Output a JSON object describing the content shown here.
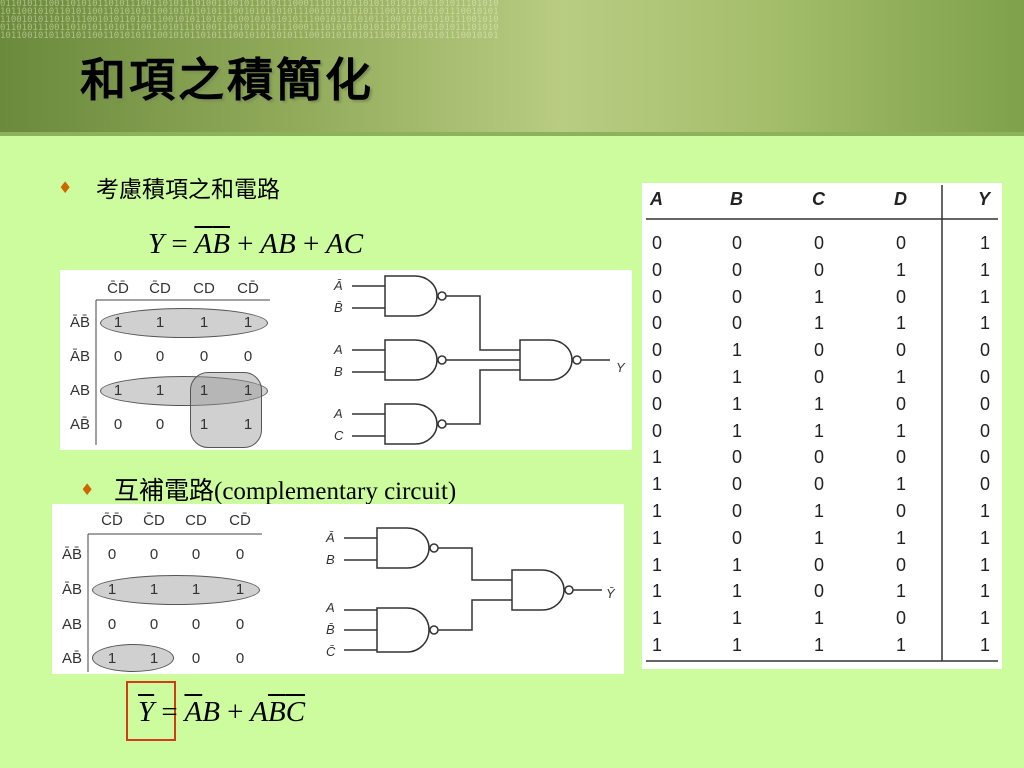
{
  "slide": {
    "title": "和項之積簡化",
    "bullet_symbol": "♦",
    "bullet1": "考慮積項之和電路",
    "bullet2": "互補電路(complementary circuit)"
  },
  "equation1": {
    "lhs": "Y",
    "eq": "=",
    "t1a": "A",
    "t1b": "B",
    "plus1": "+",
    "t2": "AB",
    "plus2": "+",
    "t3": "AC"
  },
  "equation2": {
    "lhs": "Y",
    "eq": "=",
    "t1a": "A",
    "t1b": "B",
    "plus": "+",
    "t2a": "A",
    "t2b": "B",
    "t2c": "C"
  },
  "kmap1": {
    "cols": [
      "C̄D̄",
      "C̄D",
      "CD",
      "CD̄"
    ],
    "rows": [
      "ĀB̄",
      "ĀB",
      "AB",
      "AB̄"
    ],
    "cells": [
      [
        "1",
        "1",
        "1",
        "1"
      ],
      [
        "0",
        "0",
        "0",
        "0"
      ],
      [
        "1",
        "1",
        "1",
        "1"
      ],
      [
        "0",
        "0",
        "1",
        "1"
      ]
    ]
  },
  "kmap2": {
    "cols": [
      "C̄D̄",
      "C̄D",
      "CD",
      "CD̄"
    ],
    "rows": [
      "ĀB̄",
      "ĀB",
      "AB",
      "AB̄"
    ],
    "cells": [
      [
        "0",
        "0",
        "0",
        "0"
      ],
      [
        "1",
        "1",
        "1",
        "1"
      ],
      [
        "0",
        "0",
        "0",
        "0"
      ],
      [
        "1",
        "1",
        "0",
        "0"
      ]
    ]
  },
  "circuit1": {
    "inputs": [
      "Ā",
      "B̄",
      "A",
      "B",
      "A",
      "C"
    ],
    "output": "Y"
  },
  "circuit2": {
    "inputs": [
      "Ā",
      "B",
      "A",
      "B̄",
      "C̄"
    ],
    "output": "Ȳ"
  },
  "truth_table": {
    "headers": [
      "A",
      "B",
      "C",
      "D",
      "Y"
    ],
    "rows": [
      [
        "0",
        "0",
        "0",
        "0",
        "1"
      ],
      [
        "0",
        "0",
        "0",
        "1",
        "1"
      ],
      [
        "0",
        "0",
        "1",
        "0",
        "1"
      ],
      [
        "0",
        "0",
        "1",
        "1",
        "1"
      ],
      [
        "0",
        "1",
        "0",
        "0",
        "0"
      ],
      [
        "0",
        "1",
        "0",
        "1",
        "0"
      ],
      [
        "0",
        "1",
        "1",
        "0",
        "0"
      ],
      [
        "0",
        "1",
        "1",
        "1",
        "0"
      ],
      [
        "1",
        "0",
        "0",
        "0",
        "0"
      ],
      [
        "1",
        "0",
        "0",
        "1",
        "0"
      ],
      [
        "1",
        "0",
        "1",
        "0",
        "1"
      ],
      [
        "1",
        "0",
        "1",
        "1",
        "1"
      ],
      [
        "1",
        "1",
        "0",
        "0",
        "1"
      ],
      [
        "1",
        "1",
        "0",
        "1",
        "1"
      ],
      [
        "1",
        "1",
        "1",
        "0",
        "1"
      ],
      [
        "1",
        "1",
        "1",
        "1",
        "1"
      ]
    ]
  }
}
